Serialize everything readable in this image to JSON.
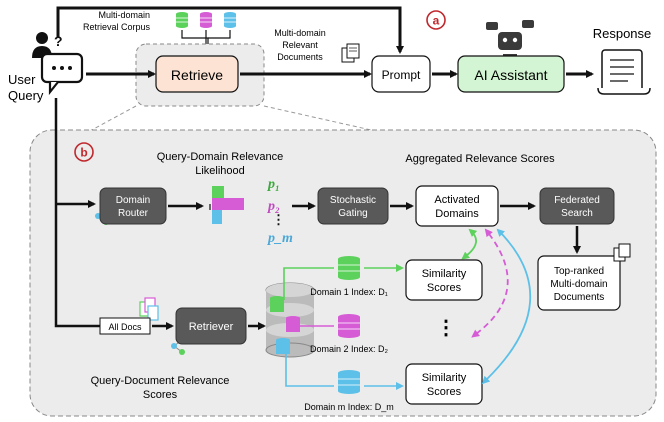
{
  "panel_a": {
    "badge": "a",
    "user_query": [
      "User",
      "Query"
    ],
    "corpus_label": [
      "Multi-domain",
      "Retrieval Corpus"
    ],
    "retrieve_label": "Retrieve",
    "relevant_docs_label": [
      "Multi-domain",
      "Relevant",
      "Documents"
    ],
    "prompt_label": "Prompt",
    "assistant_label": "AI Assistant",
    "response_label": "Response"
  },
  "panel_b": {
    "badge": "b",
    "qd_relevance_title": [
      "Query-Domain Relevance",
      "Likelihood"
    ],
    "aggregated_title": "Aggregated Relevance Scores",
    "domain_router_label": [
      "Domain",
      "Router"
    ],
    "p_labels": [
      "p₁",
      "p₂",
      "p_m"
    ],
    "p_dots": "⋮",
    "stochastic_gating_label": [
      "Stochastic",
      "Gating"
    ],
    "activated_domains_label": [
      "Activated",
      "Domains"
    ],
    "federated_search_label": [
      "Federated",
      "Search"
    ],
    "top_ranked_label": [
      "Top-ranked",
      "Multi-domain",
      "Documents"
    ],
    "all_docs_label": "All Docs",
    "retriever_label": "Retriever",
    "qdoc_relevance_title": [
      "Query-Document Relevance",
      "Scores"
    ],
    "domain_indexes": [
      "Domain 1 Index: D₁",
      "Domain 2 Index: D₂",
      "Domain m Index: D_m"
    ],
    "similarity_scores_label": [
      "Similarity",
      "Scores"
    ],
    "vertical_dots": "⋮"
  },
  "colors": {
    "green": "#5cd15c",
    "magenta": "#d65cd6",
    "blue": "#5cc0e8",
    "dark_box": "#595959",
    "retrieve_fill": "#fde3d3",
    "assistant_fill": "#d3f5d3",
    "badge_red": "#c0282d"
  }
}
